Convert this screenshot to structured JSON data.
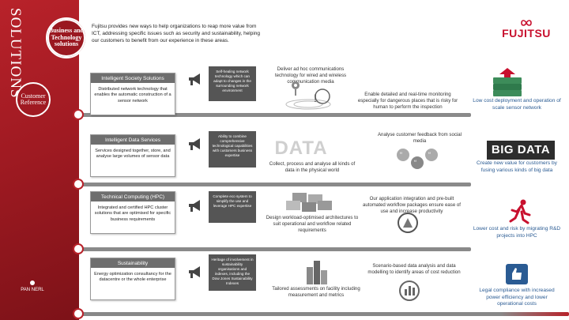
{
  "sidebar": {
    "title": "SOLUTIONS",
    "main_circle": "Business and Technology solutions",
    "customer_circle": "Customer Reference",
    "brand": "PAN NERL"
  },
  "intro": "Fujitsu provides new ways to help organizations to reap more value from ICT, addressing specific issues such as security and sustainability, helping our customers to benefit from our experience in these areas.",
  "logo": {
    "text": "FUJITSU"
  },
  "rows": [
    {
      "title": "Intelligent Society Solutions",
      "body": "Distributed network technology that enables the automatic construction of a sensor network",
      "card": "Self-healing network technology which can adapt to changes in the surrounding network environment",
      "caption_a": "Deliver ad hoc communications technology for wired and wireless communication media",
      "caption_b": "Enable detailed and real-time monitoring especially for dangerous places that is risky for human to perform the inspection",
      "right": "Low cost deployment and operation of scale sensor network",
      "pic_label": "!"
    },
    {
      "title": "Intelligent Data Services",
      "body": "Services designed together, store, and analyse large volumes of sensor data",
      "card": "Ability to combine comprehensive technological capabilities with customers business expertise",
      "caption_a": "Collect, process and analyse all kinds of data in the physical world",
      "caption_b": "Analyse customer feedback from social media",
      "right": "Create new value for customers by fusing various kinds of big data",
      "pic_label": "DATA",
      "pic_label2": "BIG DATA"
    },
    {
      "title": "Technical Computing (HPC)",
      "body": "Integrated and certified HPC cluster solutions that are optimised for specific business requirements",
      "card": "Complete eco system to simplify the use and leverage HPC expertise",
      "caption_a": "Design workload-optimised architectures to suit operational and workflow related requirements",
      "caption_b": "Our application integration and pre-built automated workflow packages ensure ease of use and increase productivity",
      "right": "Lower cost and risk by migrating R&D projects into HPC"
    },
    {
      "title": "Sustainability",
      "body": "Energy optimization consultancy for the datacentre or the whole enterprise",
      "card": "Heritage of involvement in sustainability organisations and indexes, including the Dow Jones Sustainability Indexes",
      "caption_a": "Tailored assessments on facility including measurement and metrics",
      "caption_b": "Scenario-based data analysis and data modelling to identify areas of cost reduction",
      "right": "Legal compliance with increased power efficiency and lower operational costs"
    }
  ],
  "colors": {
    "brand_red": "#b8222a",
    "accent_blue": "#2a5b93",
    "gray": "#8a8a8a"
  }
}
